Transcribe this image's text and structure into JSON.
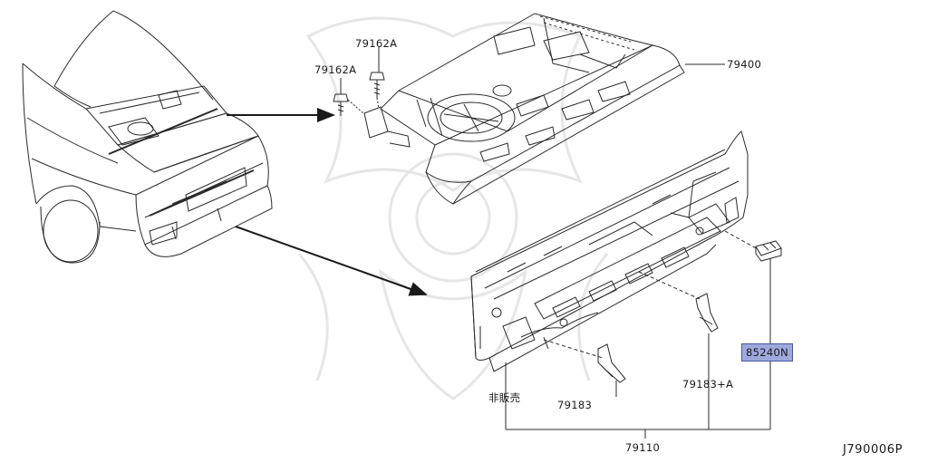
{
  "parts": {
    "bolt_upper": "79162A",
    "bolt_left": "79162A",
    "rear_parcel_shelf": "79400",
    "bracket_connector": "85240N",
    "back_panel_assy": "79110",
    "not_for_sale": "非販売",
    "bracket_rh": "79183+A",
    "bracket_lh": "79183"
  },
  "diagram_ref": "J790006P",
  "colors": {
    "line": "#2a2a2a",
    "highlight_fill": "#9ea8dc",
    "highlight_border": "#4a55a0",
    "watermark": "#e6e6e6"
  }
}
